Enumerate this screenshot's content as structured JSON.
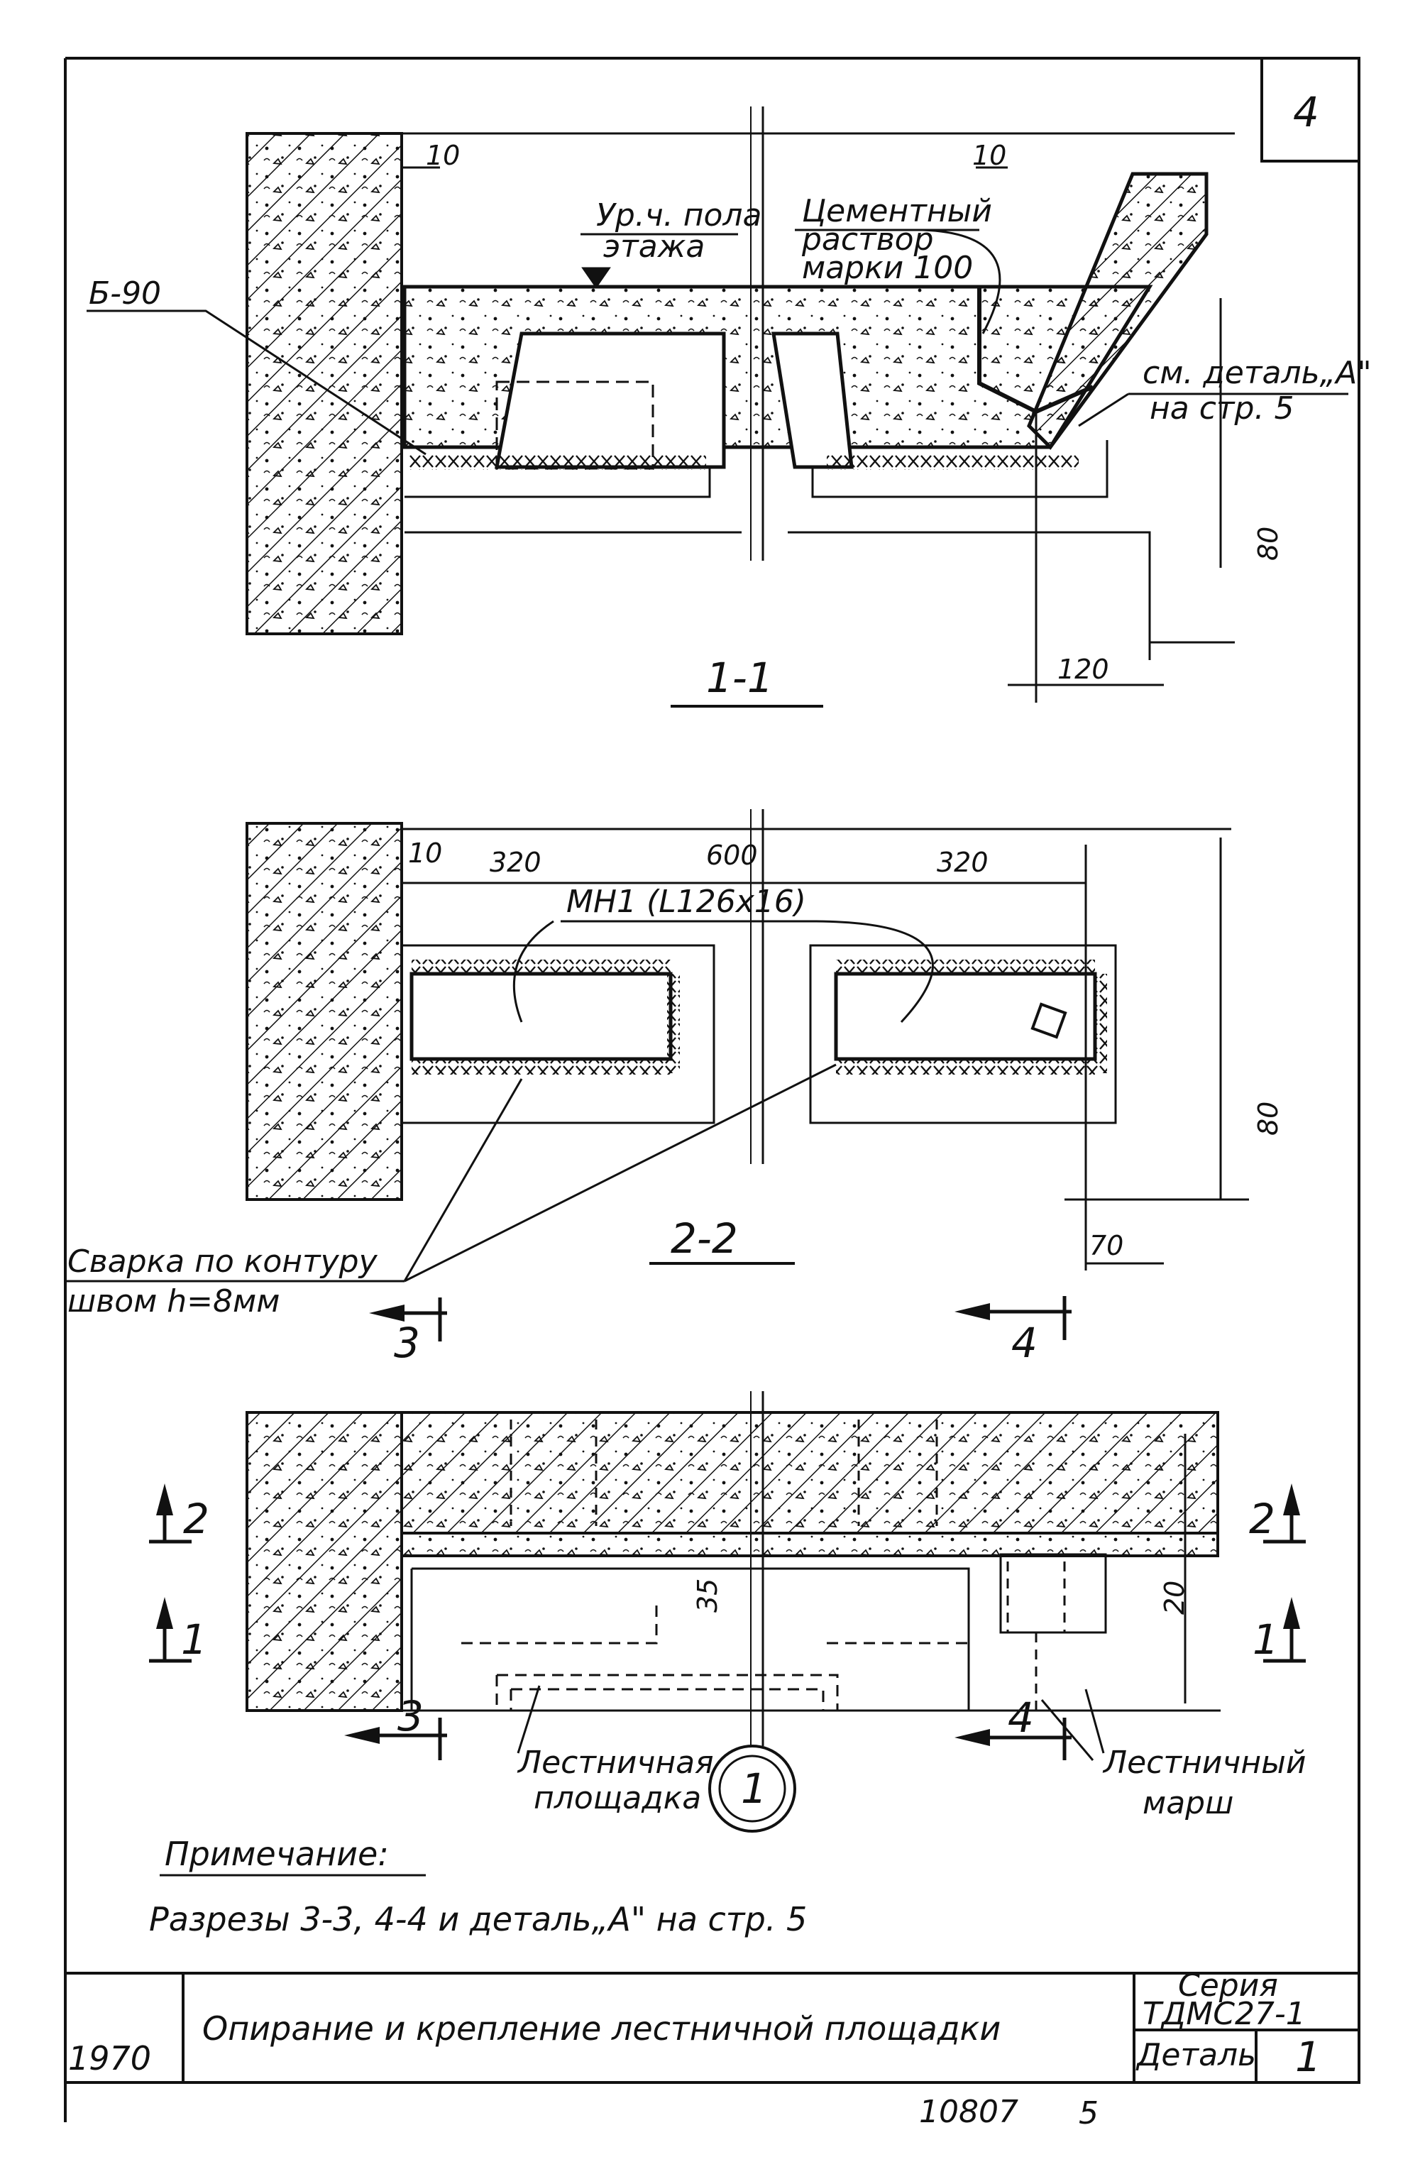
{
  "sheet": {
    "page_number": "4",
    "bottom_number": "10807",
    "bottom_page": "5"
  },
  "section_1_1": {
    "title": "1-1",
    "labels": {
      "b90": "Б-90",
      "floor_level_1": "Ур.ч. пола",
      "floor_level_2": "этажа",
      "mortar_1": "Цементный",
      "mortar_2": "раствор",
      "mortar_3": "марки 100",
      "detail_ref_1": "см. деталь„А\"",
      "detail_ref_2": "на стр. 5"
    },
    "dims": {
      "d10_left": "10",
      "d10_right": "10",
      "d80": "80",
      "d120": "120"
    }
  },
  "section_2_2": {
    "title": "2-2",
    "labels": {
      "mn": "МН1 (L126x16)",
      "weld_1": "Сварка по контуру",
      "weld_2": "швом h=8мм"
    },
    "dims": {
      "d10": "10",
      "d320_left": "320",
      "d600": "600",
      "d320_right": "320",
      "d80": "80",
      "d70": "70"
    }
  },
  "plan": {
    "labels": {
      "landing_1": "Лестничная",
      "landing_2": "площадка",
      "flight_1": "Лестничный",
      "flight_2": "марш",
      "node": "1"
    },
    "cut_marks": {
      "c3": "3",
      "c4": "4",
      "c2": "2",
      "c1": "1"
    },
    "dims": {
      "d35": "35",
      "d20": "20"
    }
  },
  "note": {
    "heading": "Примечание:",
    "text": "Разрезы 3-3, 4-4 и деталь„А\" на стр. 5"
  },
  "title_block": {
    "year": "1970",
    "title": "Опирание и крепление лестничной площадки",
    "series_label": "Серия",
    "series_value": "ТДМС27-1",
    "detail_label": "Деталь",
    "detail_value": "1"
  }
}
